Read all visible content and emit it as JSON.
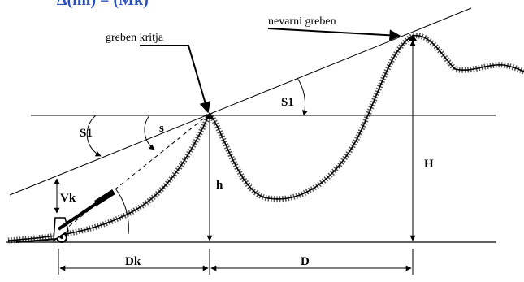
{
  "diagram": {
    "cut_title": "Δ(ml) = (Mk)",
    "labels": {
      "greben_kritja": "greben kritja",
      "nevarni_greben": "nevarni greben",
      "s1_left": "S1",
      "s1_right": "S1",
      "s": "s",
      "vk": "Vk",
      "h": "h",
      "H": "H",
      "dk": "Dk",
      "d": "D"
    },
    "colors": {
      "ink": "#000000",
      "terrain_hatch": "#555555",
      "title_blue": "#2a4fb8"
    }
  }
}
